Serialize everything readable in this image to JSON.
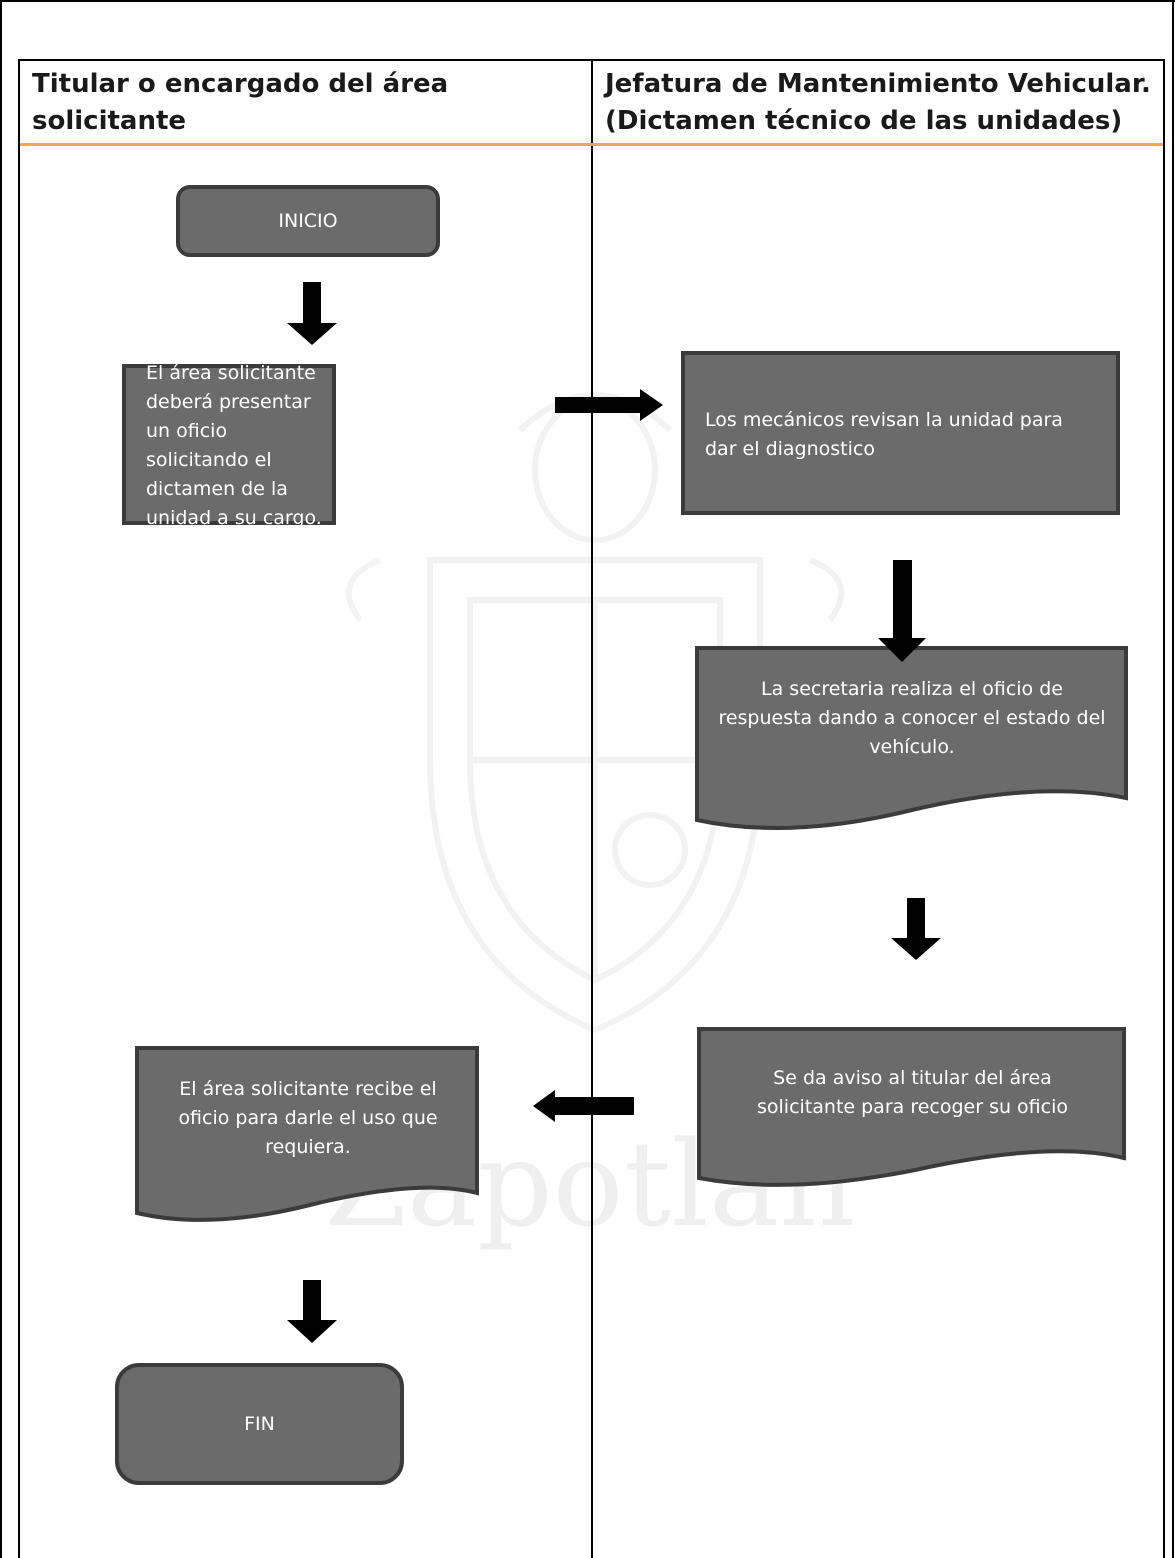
{
  "header": {
    "left_title": "Titular o encargado del área solicitante",
    "right_title": "Jefatura de Mantenimiento Vehicular. (Dictamen técnico de las unidades)"
  },
  "nodes": {
    "start": "INICIO",
    "request": "El área solicitante deberá presentar un oficio solicitando el dictamen de la unidad a su cargo.",
    "review": "Los mecánicos revisan la unidad para dar el diagnostico",
    "response": "La secretaria realiza el oficio de respuesta dando a conocer el estado del vehículo.",
    "notice": "Se da aviso al titular del área solicitante para recoger su oficio",
    "receive": "El área solicitante recibe el oficio para darle el uso que requiera.",
    "end": "FIN"
  },
  "watermark": {
    "text": "Zapotlan"
  },
  "colors": {
    "node_fill": "#6b6b6b",
    "node_stroke": "#3b3b3b",
    "header_rule": "#f2a552",
    "arrow": "#000000"
  }
}
